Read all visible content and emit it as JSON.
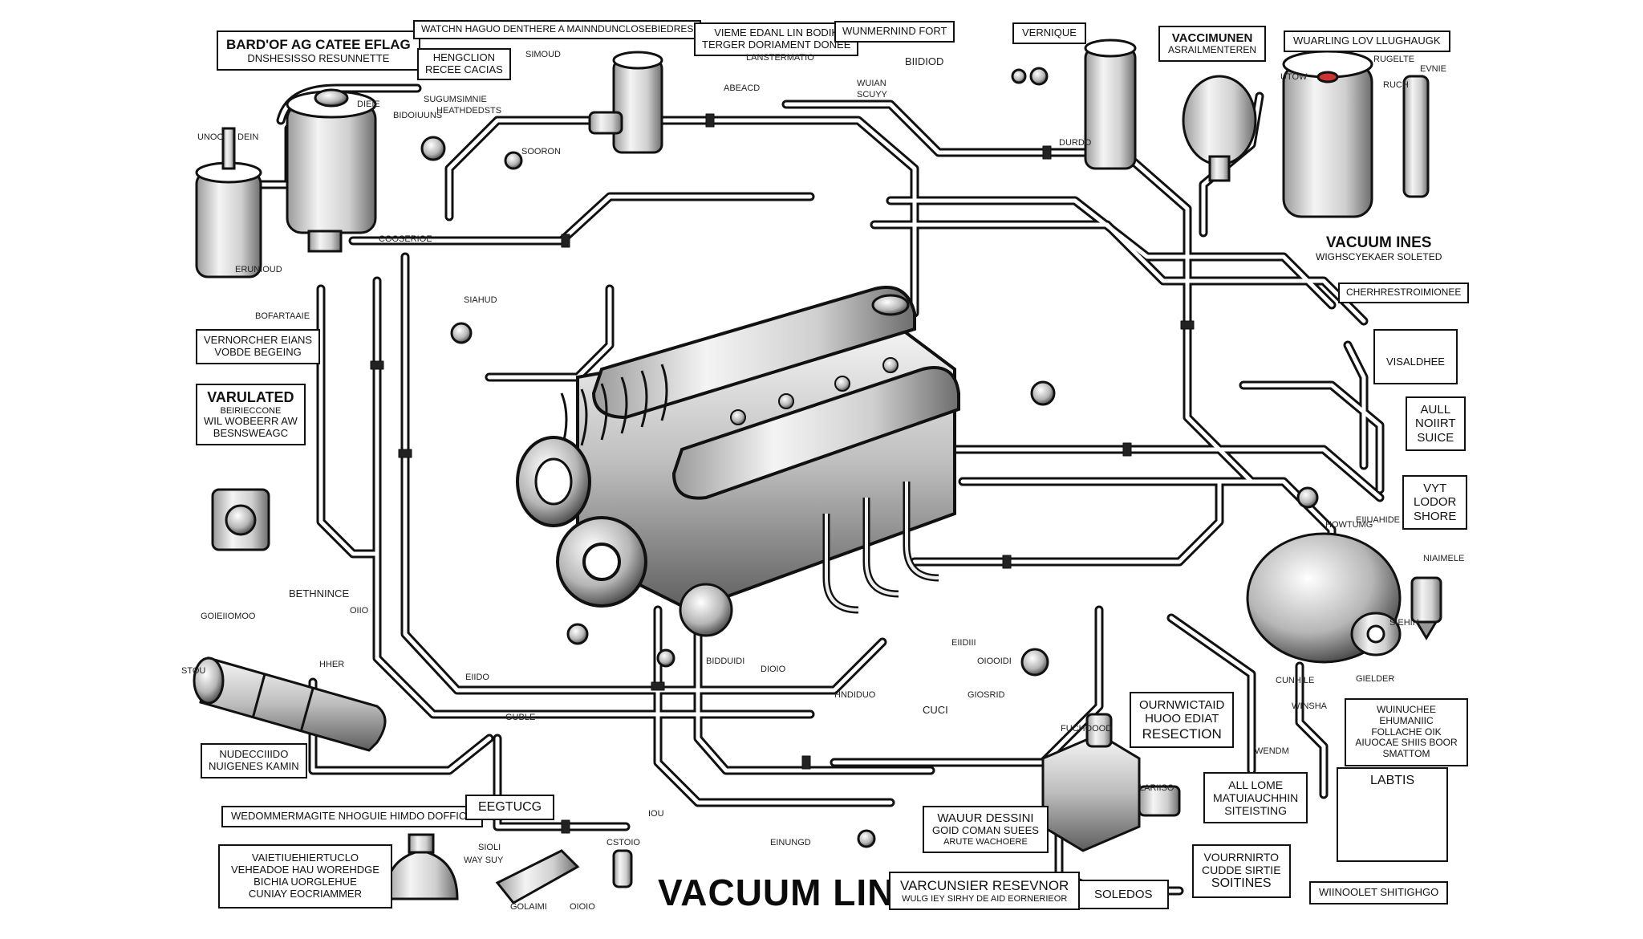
{
  "title": "VACUUM LINE",
  "boxed_labels": {
    "top_left_1": "BARD'OF AG CATEE EFLAG",
    "top_left_2": "DNSHESISSO RESUNNETTE",
    "top_center_1": "WATCHN HAGUO DENTHERE A MAINNDUNCLOSEBIEDRES",
    "top_center_2": "HENGCLION",
    "top_center_3": "RECEE CACIAS",
    "top_mid_1": "VIEME EDANL LIN BODIK",
    "top_mid_2": "TERGER DORIAMENT DONEE",
    "top_mid_3": "LANSTERMATIO",
    "top_r1": "WUNMERNIND FORT",
    "top_r2": "VERNIQUE",
    "top_right_1": "VACCIMUNEN",
    "top_right_2": "ASRAILMENTEREN",
    "top_far_right": "WUARLING LOV LLUGHAUGK",
    "right_1": "VACUUM INES",
    "right_2": "WIGHSCYEKAER SOLETED",
    "right_3": "CHERHRESTROIMIONEE",
    "right_4": "VISALDHEE",
    "right_5a": "AULL",
    "right_5b": "NOIIRT",
    "right_5c": "SUICE",
    "right_6a": "VYT",
    "right_6b": "LODOR",
    "right_6c": "SHORE",
    "right_7": "WUINUCHEE EHUMANIIC FOLLACHE OIK AIUOCAE SHIIS BOOR SMATTOM",
    "left_1a": "VERNORCHER EIANS",
    "left_1b": "VOBDE BEGEING",
    "left_2a": "VARULATED",
    "left_2b": "BEIRIECCONE",
    "left_2c": "WIL WOBEERR AW",
    "left_2d": "BESNSWEAGC",
    "left_3a": "NUDECCIIIDO",
    "left_3b": "NUIGENES KAMIN",
    "bottom_left_1": "WEDOMMERMAGITE NHOGUIE HIMDO DOFFICE",
    "bottom_left_2a": "VAIETIUEHIERTUCLO",
    "bottom_left_2b": "VEHEADOE HAU WOREHDGE",
    "bottom_left_2c": "BICHIA UORGLEHUE",
    "bottom_left_2d": "CUNIAY EOCRIAMMER",
    "eegtucg": "EEGTUCG",
    "center_1a": "WAUUR DESSINI",
    "center_1b": "GOID COMAN SUEES",
    "center_1c": "ARUTE WACHOERE",
    "bottom_c1": "VARCUNSIER RESEVNOR",
    "bottom_c2": "WULG IEY SIRHY DE AID EORNERIEOR",
    "soledos": "SOLEDOS",
    "right_b1a": "OURNWICTAID",
    "right_b1b": "HUOO EDIAT",
    "right_b1c": "RESECTION",
    "right_b2a": "ALL LOME",
    "right_b2b": "MATUIAUCHHIN",
    "right_b2c": "SITEISTING",
    "right_b3a": "VOURRNIRTO",
    "right_b3b": "CUDDE SIRTIE",
    "right_b3c": "SOITINES",
    "labtis": "LABTIS",
    "bottom_right": "WIINOOLET SHITIGHGO"
  },
  "small_labels": {
    "s1": "UNOO",
    "s2": "DEIN",
    "s3": "DIEIE",
    "s4": "BIDOIUUNS",
    "s5": "SIMOUD",
    "s6": "SUGUMSIMNIE",
    "s7": "HEATHDEDSTS",
    "s8": "ABEACD",
    "s9": "WUIAN",
    "s10": "SCUYY",
    "s11": "BIIDIOD",
    "s12": "DURDO",
    "s13": "SOORON",
    "s14": "SIAHUD",
    "s15": "COOSERIOE",
    "s16": "ERUNIOUD",
    "s17": "BOFARTAAIE",
    "s18": "BETHNINCE",
    "s19": "GOIEIIOMOO",
    "s20": "STOU",
    "s21": "HHER",
    "s22": "OIIO",
    "s23": "EIIDO",
    "s24": "DIOIO",
    "s25": "EIIDIII",
    "s26": "OIOOIDI",
    "s27": "BIDDUIDI",
    "s28": "CUCI",
    "s29": "FUCHOOOD",
    "s30": "LARIISO",
    "s31": "CUNHILE",
    "s32": "WINSHA",
    "s33": "WENDM",
    "s34": "GIELDER",
    "s35": "EIIUAHIDE",
    "s36": "UTOW",
    "s37": "EVNIE",
    "s38": "RUGELTE",
    "s39": "RUCH",
    "s40": "NIAIMELE",
    "s41": "SIOLI",
    "s42": "GOLAIMI",
    "s43": "WAY SUY",
    "s44": "CSTOIO",
    "s45": "OIOIO",
    "s46": "IOU",
    "s47": "EINUNGD",
    "s48": "GUBLE",
    "s49": "HOWTUMG",
    "s50": "SIEHIH",
    "s51": "HNDIDUO",
    "s52": "GIOSRID"
  }
}
